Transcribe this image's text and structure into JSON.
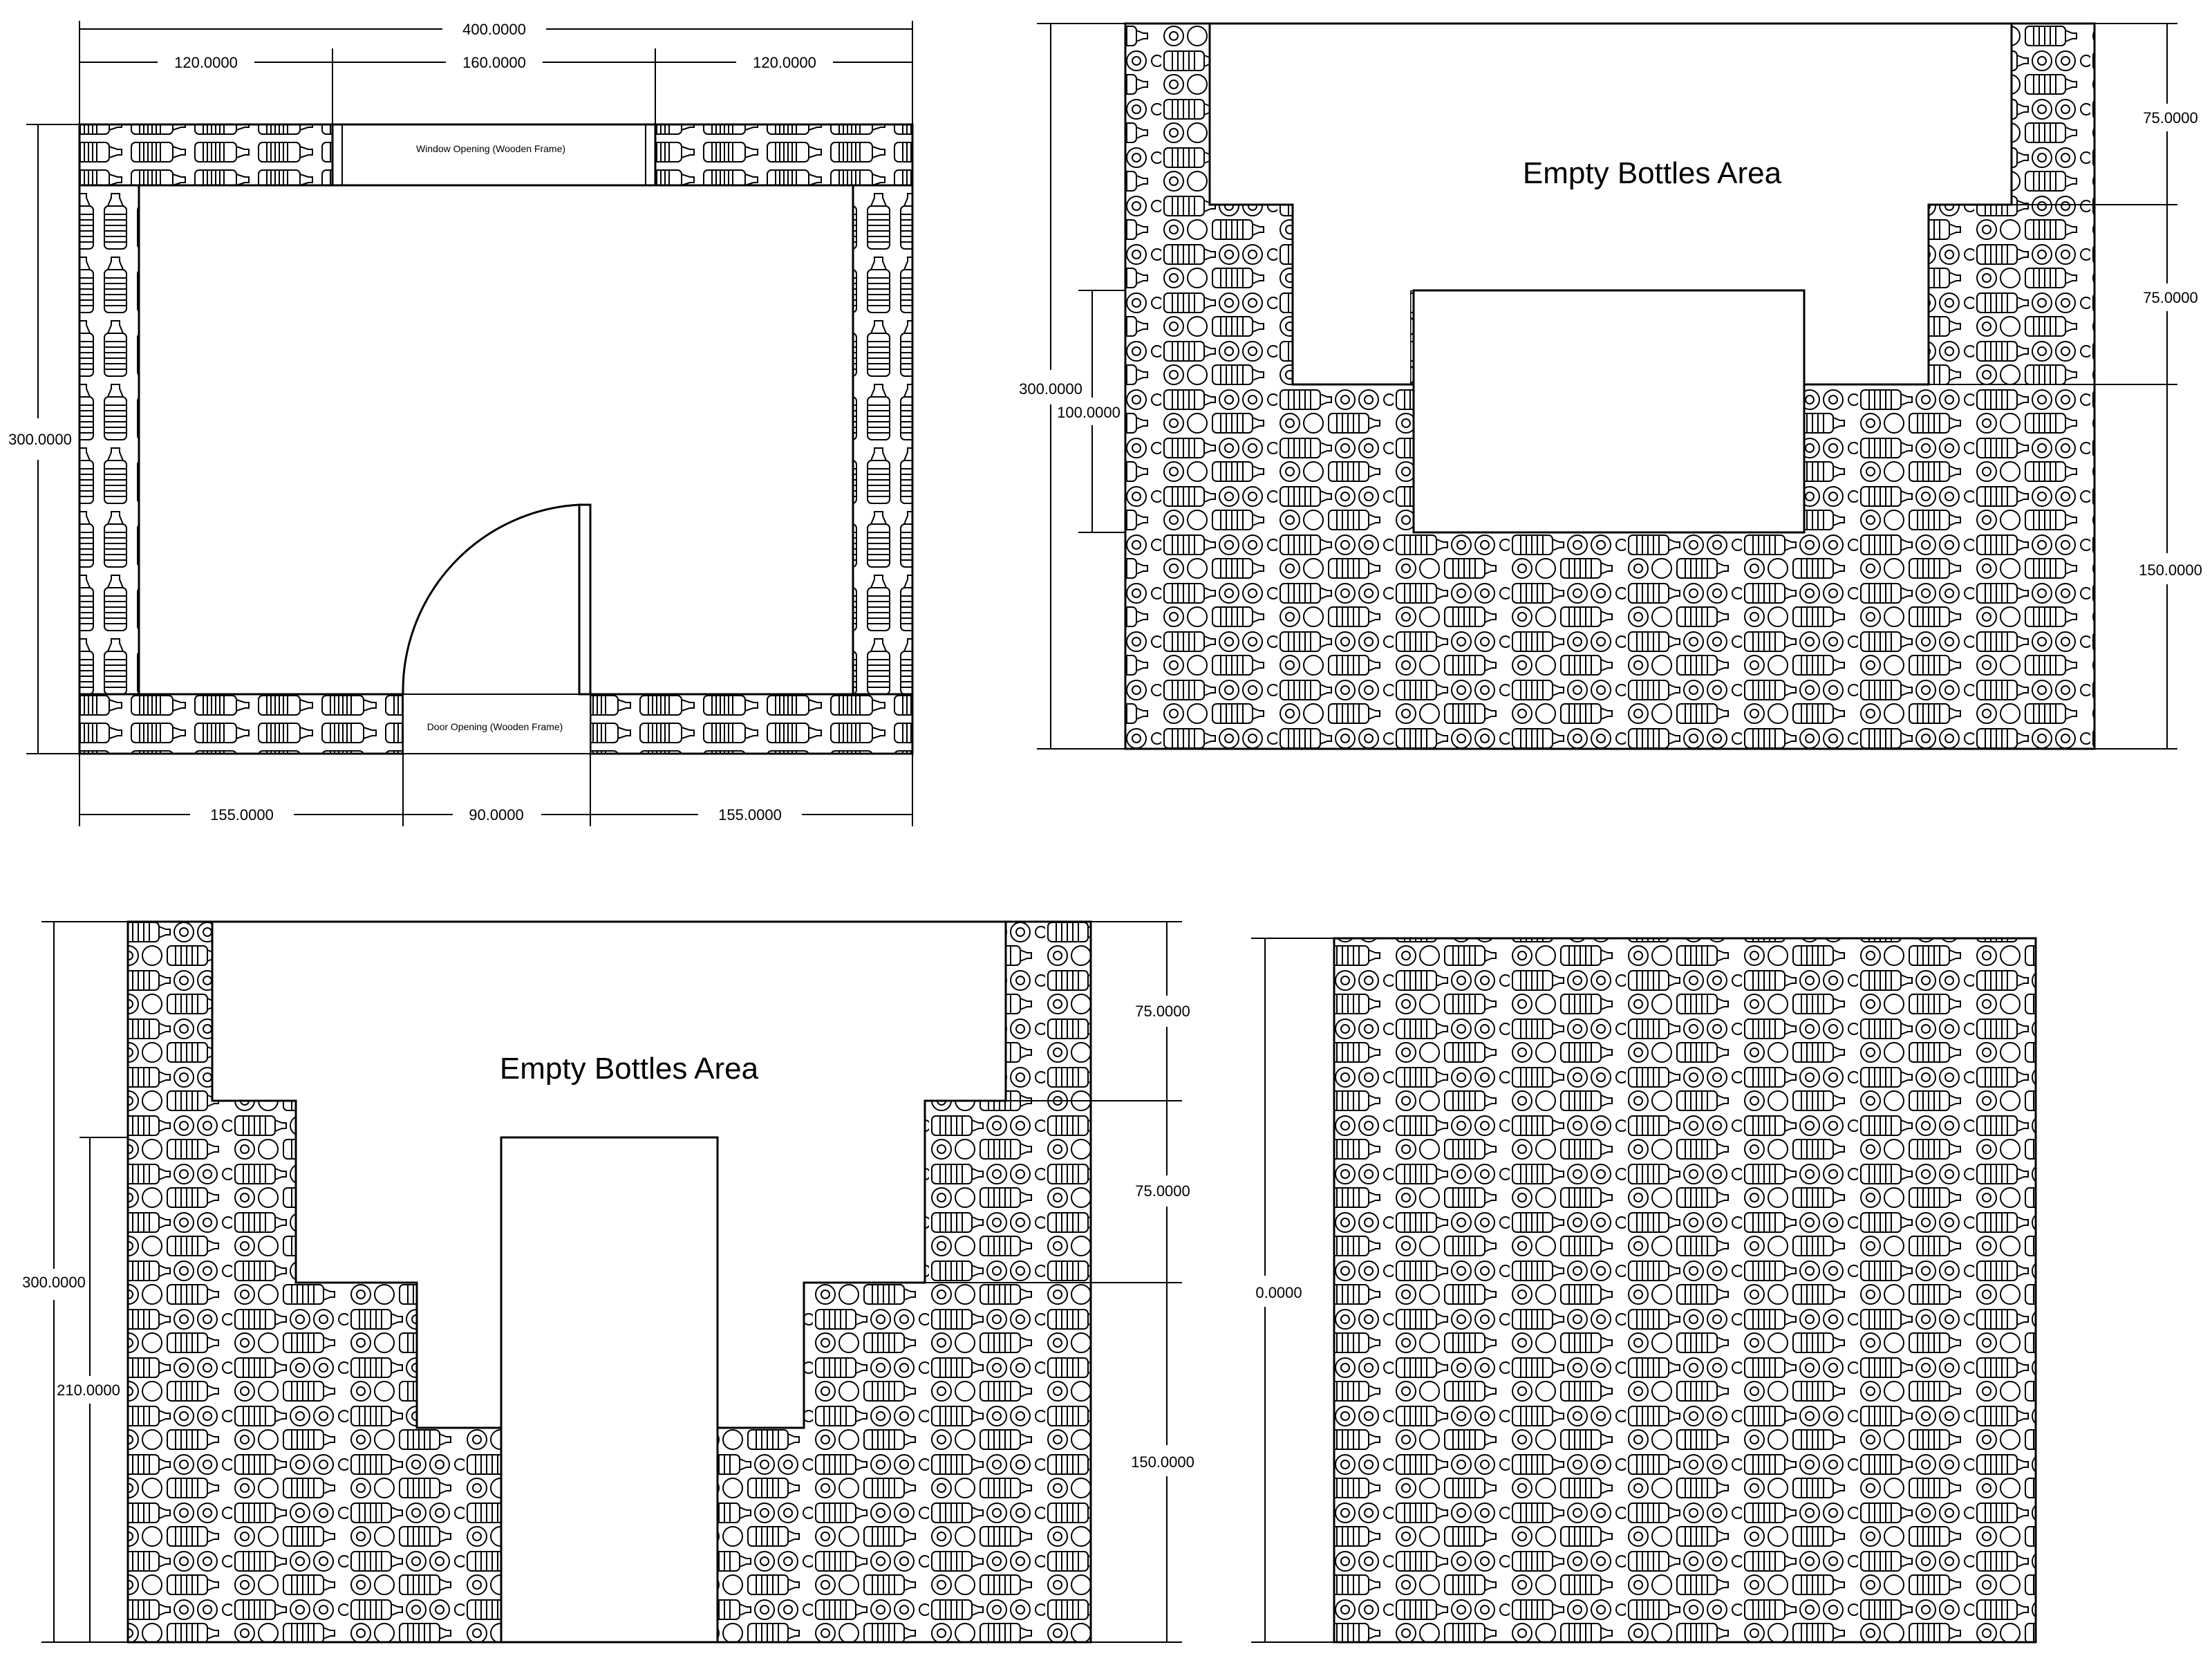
{
  "plan": {
    "overall_width": "400.0000",
    "top_segments": [
      "120.0000",
      "160.0000",
      "120.0000"
    ],
    "height": "300.0000",
    "bottom_segments": [
      "155.0000",
      "90.0000",
      "155.0000"
    ],
    "window_label": "Window Opening (Wooden Frame)",
    "door_label": "Door Opening (Wooden Frame)"
  },
  "elevation_window": {
    "title": "Empty Bottles Area",
    "total_height": "300.0000",
    "opening_height": "100.0000",
    "segments": [
      "75.0000",
      "75.0000",
      "150.0000"
    ]
  },
  "elevation_door": {
    "title": "Empty Bottles Area",
    "total_height": "300.0000",
    "opening_height": "210.0000",
    "segments": [
      "75.0000",
      "75.0000",
      "150.0000"
    ]
  },
  "elevation_solid": {
    "total_height": "0.0000"
  }
}
